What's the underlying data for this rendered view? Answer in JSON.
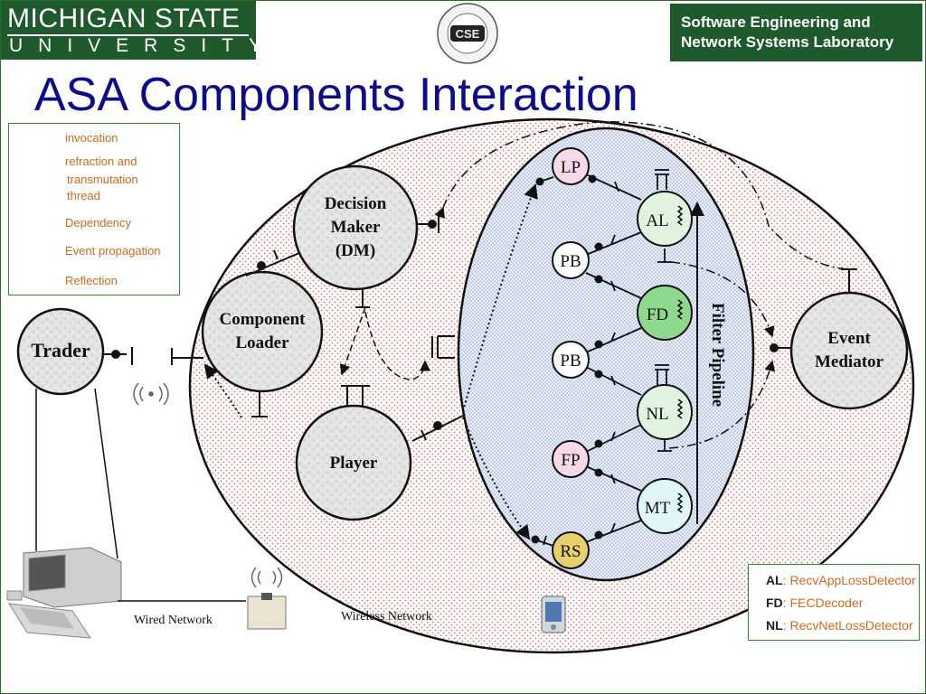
{
  "header": {
    "university_line1": "MICHIGAN STATE",
    "university_line2": "UNIVERSITY",
    "dept_seal_text": "CSE",
    "lab_line1": "Software Engineering and",
    "lab_line2": "Network Systems Laboratory"
  },
  "title": "ASA Components Interaction",
  "legend": {
    "items": [
      {
        "icon": "invocation-icon",
        "label": "invocation"
      },
      {
        "icon": "refraction-icon",
        "label": "refraction and",
        "label2": "transmutation",
        "label3": "thread"
      },
      {
        "icon": "dependency-arrow-icon",
        "label": "Dependency"
      },
      {
        "icon": "event-propagation-arrow-icon",
        "label": "Event propagation"
      },
      {
        "icon": "reflection-arrow-icon",
        "label": "Reflection"
      }
    ]
  },
  "nodes": {
    "decision_maker": {
      "line1": "Decision",
      "line2": "Maker",
      "line3": "(DM)"
    },
    "component_loader": {
      "line1": "Component",
      "line2": "Loader"
    },
    "player": "Player",
    "trader": "Trader",
    "event_mediator": {
      "line1": "Event",
      "line2": "Mediator"
    }
  },
  "pipeline": {
    "label": "Filter Pipeline",
    "filters": [
      "LP",
      "AL",
      "PB",
      "FD",
      "PB",
      "NL",
      "FP",
      "MT",
      "RS"
    ]
  },
  "networks": {
    "wired": "Wired Network",
    "wireless": "Wireless Network"
  },
  "definitions": [
    {
      "key": "AL",
      "value": "RecvAppLossDetector"
    },
    {
      "key": "FD",
      "value": "FECDecoder"
    },
    {
      "key": "NL",
      "value": "RecvNetLossDetector"
    }
  ],
  "colors": {
    "brand_green": "#1e5a2c",
    "title_blue": "#0c0c8c",
    "legend_text": "#d2691e",
    "filter_pink": "#f6d9e6",
    "filter_green": "#dff3df",
    "fd_green": "#8fd98f",
    "mt_cyan": "#dff7f7",
    "rs_gold": "#e8cf6e"
  }
}
